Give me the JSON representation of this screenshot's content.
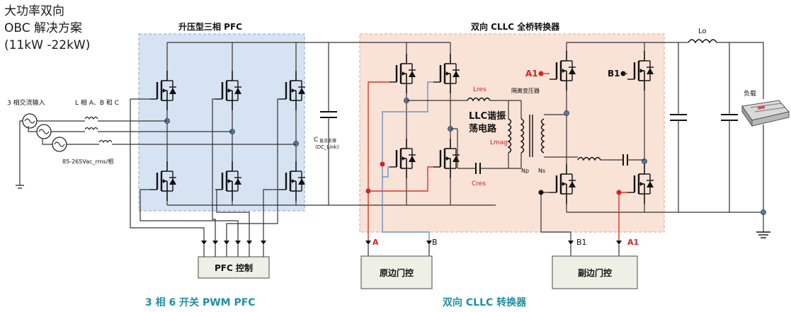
{
  "title": {
    "line1": "大功率双向",
    "line2": "OBC 解决方案",
    "line3": "(11kW -22kW)"
  },
  "sections": {
    "pfc_title": "升压型三相 PFC",
    "cllc_title": "双向 CLLC 全桥转换器"
  },
  "labels": {
    "ac_input": "3 相交流输入",
    "phases": "L 相 A、B 和 C",
    "vac_range": "85-265Vac_rms/相",
    "dc_link_cap": "C",
    "dc_link_sub": "直流支撑",
    "dc_link_name": "(DC_Link)",
    "lres": "Lres",
    "llc_res_line1": "LLC谐振",
    "llc_res_line2": "荡电路",
    "lmag": "Lmag",
    "cres": "Cres",
    "isolation_transformer": "隔离变压器",
    "np": "Np",
    "ns": "Ns",
    "lo": "Lo",
    "load": "负载",
    "a1_left": "A1",
    "b1_left": "B1",
    "gate_a": "A",
    "gate_b": "B",
    "gate_b1": "B1",
    "gate_a1": "A1"
  },
  "controllers": {
    "pfc": "PFC 控制",
    "primary": "原边门控",
    "secondary": "副边门控"
  },
  "captions": {
    "left": "3 相 6 开关 PWM PFC",
    "right": "双向 CLLC 转换器"
  },
  "colors": {
    "pfc_region": "#d6e3f3",
    "cllc_region": "#f9e2d6",
    "caption": "#1f8fa6",
    "gate_red": "#d42020",
    "gate_blue": "#6d92c3"
  }
}
